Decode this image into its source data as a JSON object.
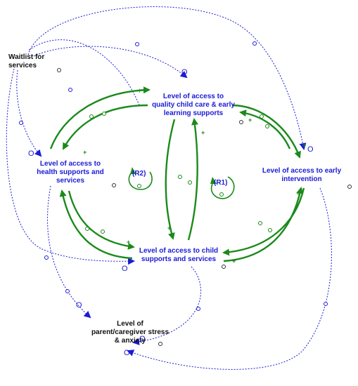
{
  "nodes": {
    "waitlist": "Waitlist for\nservices",
    "quality_child_care": "Level of access to\nquality child care & early\nlearning supports",
    "health_supports": "Level of access to\nhealth supports and\nservices",
    "early_intervention": "Level of access to early\nintervention",
    "child_supports": "Level of access to child\nsupports and services",
    "parent_stress": "Level of\nparent/caregiver stress\n& anxiety"
  },
  "loops": {
    "r1": "(R1)",
    "r2": "(R2)"
  },
  "polarity": {
    "negative": "O",
    "positive": "+"
  },
  "colors": {
    "reinforcing_link": "#1a8a1a",
    "balancing_link": "#1b1bd6",
    "node_text": "#1b1bd6",
    "waitlist_text": "#111111"
  }
}
